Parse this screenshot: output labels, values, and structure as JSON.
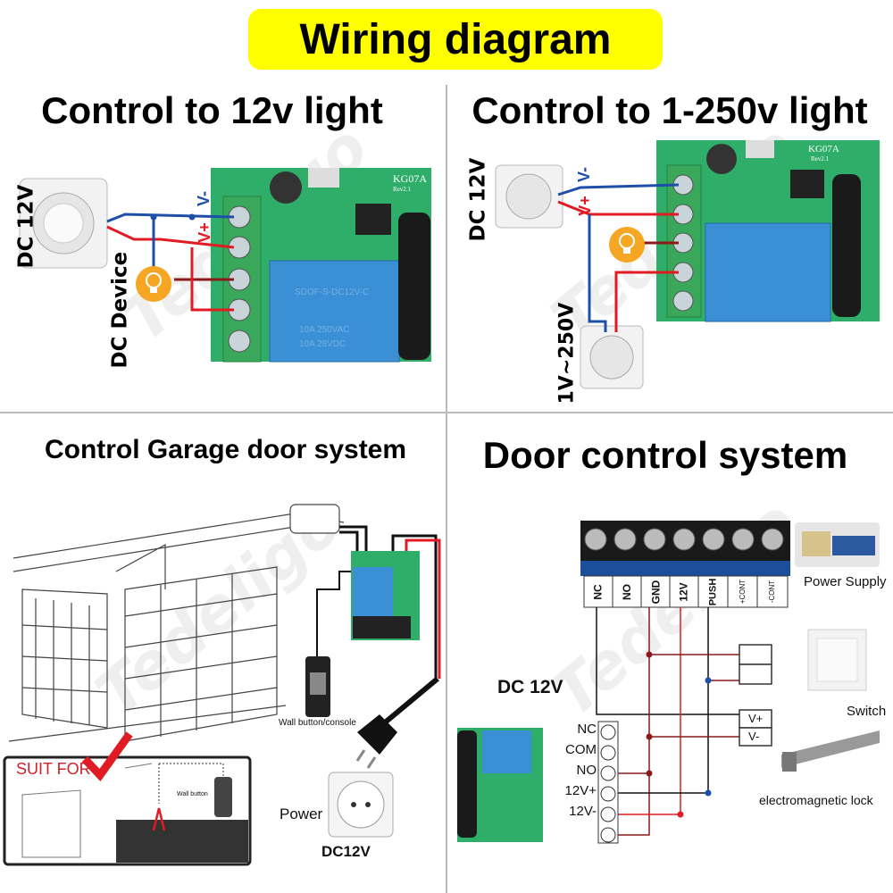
{
  "banner": {
    "title": "Wiring diagram",
    "color": "#ffff00"
  },
  "watermark": "Tedeligo",
  "panels": {
    "top_left": {
      "title": "Control to 12v light",
      "power_label": "DC 12V",
      "device_label": "DC Device",
      "wire_minus": "V-",
      "wire_plus": "V+",
      "board": {
        "model": "KG07A",
        "rev": "Rev2.1",
        "relay_text": [
          "SDOF-S-DC12V-C",
          "10A 250VAC",
          "10A 28VDC"
        ]
      }
    },
    "top_right": {
      "title": "Control to 1-250v light",
      "power_label": "DC 12V",
      "load_power_label": "1V~250V",
      "wire_minus": "V-",
      "wire_plus": "V+",
      "board": {
        "model": "KG07A",
        "rev": "Rev2.1"
      }
    },
    "bottom_left": {
      "title": "Control Garage door system",
      "wall_button_label": "Wall button/console",
      "power_label": "Power",
      "dc_label": "DC12V",
      "inset": {
        "suit_label": "SUIT FOR",
        "wall_button": "Wall button"
      }
    },
    "bottom_right": {
      "title": "Door control system",
      "terminals": [
        "NC",
        "NO",
        "GND",
        "12V",
        "PUSH",
        "+CONT",
        "-CONT"
      ],
      "power_supply_label": "Power Supply",
      "switch_label": "Switch",
      "dc_label": "DC 12V",
      "vplus": "V+",
      "vminus": "V-",
      "lock_label": "electromagnetic lock",
      "module_terminals": [
        "NC",
        "COM",
        "NO",
        "12V+",
        "12V-"
      ]
    }
  },
  "colors": {
    "wire_red": "#e01b24",
    "wire_blue": "#1d4fa8",
    "wire_darkred": "#8b1a1a",
    "board_green": "#2fae6a",
    "relay_blue": "#3b8fd4",
    "bulb_orange": "#f5a623"
  }
}
